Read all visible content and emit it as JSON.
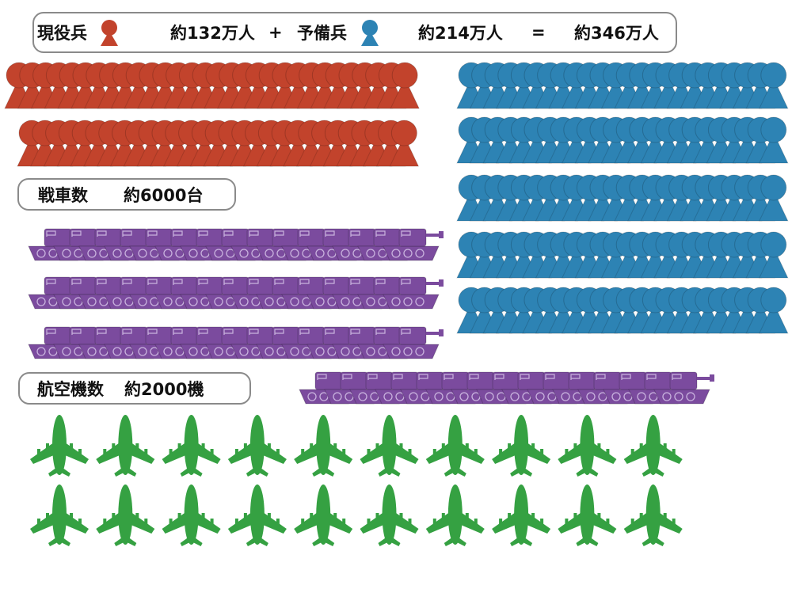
{
  "header": {
    "active_label": "現役兵",
    "active_count": "約132万人",
    "plus": "+",
    "reserve_label": "予備兵",
    "reserve_count": "約214万人",
    "equals": "=",
    "total_count": "約346万人"
  },
  "tanks": {
    "label": "戦車数",
    "count": "約6000台"
  },
  "aircraft": {
    "label": "航空機数",
    "count": "約2000機"
  },
  "colors": {
    "active": "#c2432c",
    "reserve": "#2d83b4",
    "tank": "#7b4b9e",
    "aircraft": "#35a142",
    "border": "#8a8a8a"
  },
  "icons": {
    "active": "soldier-icon",
    "reserve": "soldier-icon",
    "tank": "tank-icon",
    "aircraft": "airplane-icon"
  }
}
